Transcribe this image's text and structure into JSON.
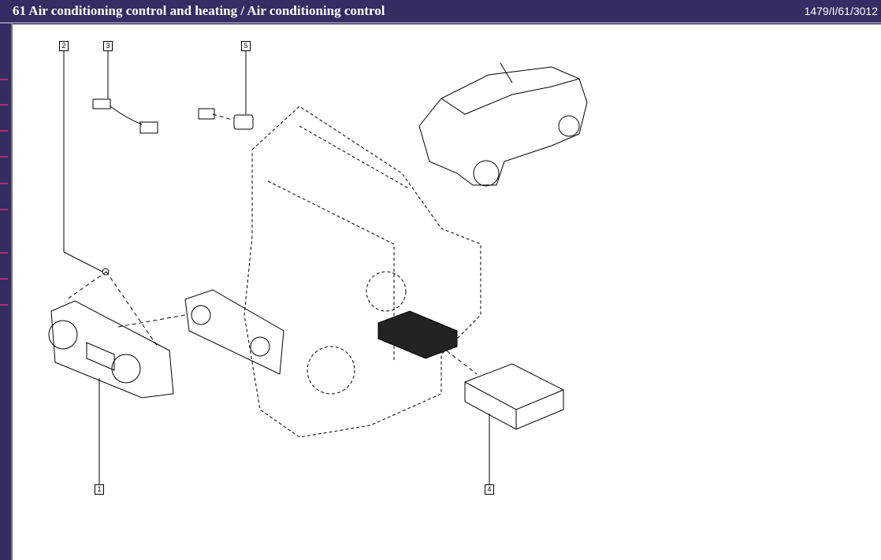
{
  "header": {
    "title": "61 Air conditioning control and heating / Air conditioning control",
    "reference": "1479/I/61/3012"
  },
  "diagram": {
    "callouts": [
      "1",
      "2",
      "3",
      "4",
      "5"
    ]
  },
  "colors": {
    "header_bg": "#332d63",
    "canvas_bg": "#ffffff",
    "tick": "#b0306a"
  }
}
